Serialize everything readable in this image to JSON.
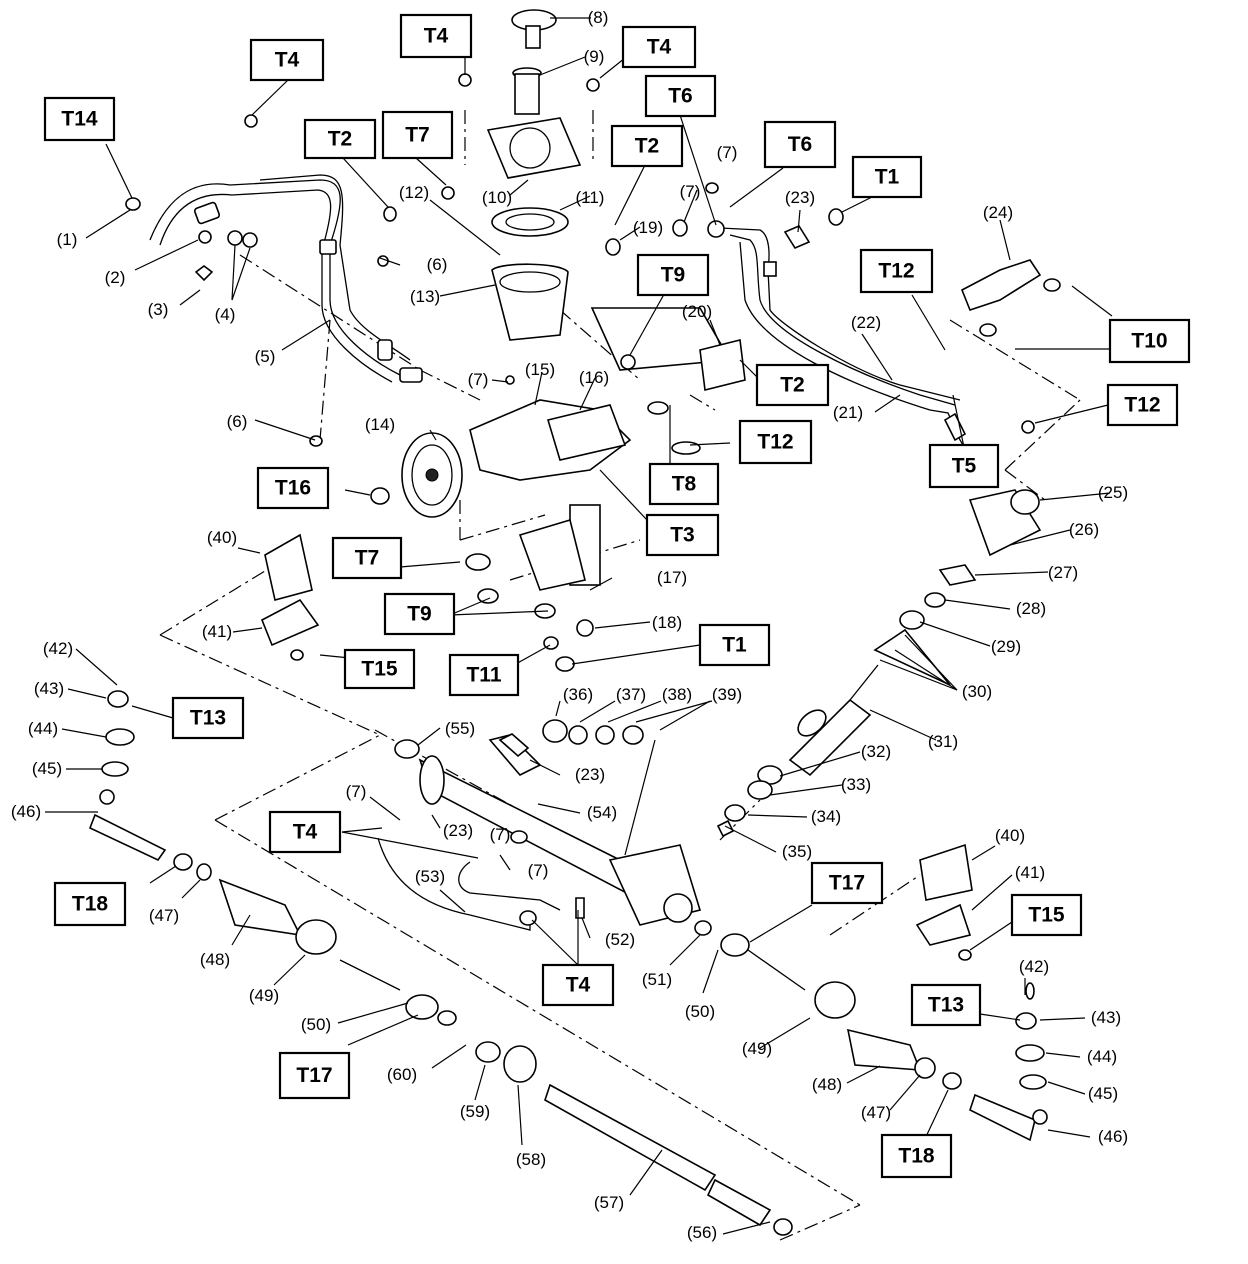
{
  "torque_labels": [
    "T14",
    "T4",
    "T2",
    "T7",
    "T4",
    "T4",
    "T6",
    "T2",
    "T6",
    "T1",
    "T12",
    "T10",
    "T9",
    "T2",
    "T12",
    "T12",
    "T5",
    "T8",
    "T3",
    "T16",
    "T7",
    "T9",
    "T15",
    "T11",
    "T1",
    "T13",
    "T4",
    "T17",
    "T15",
    "T18",
    "T4",
    "T17",
    "T13",
    "T18"
  ],
  "callouts": [
    "(1)",
    "(2)",
    "(3)",
    "(4)",
    "(5)",
    "(6)",
    "(6)",
    "(7)",
    "(8)",
    "(9)",
    "(10)",
    "(11)",
    "(12)",
    "(13)",
    "(7)",
    "(14)",
    "(15)",
    "(16)",
    "(19)",
    "(7)",
    "(7)",
    "(20)",
    "(23)",
    "(24)",
    "(22)",
    "(21)",
    "(25)",
    "(26)",
    "(27)",
    "(28)",
    "(29)",
    "(30)",
    "(17)",
    "(18)",
    "(40)",
    "(41)",
    "(42)",
    "(43)",
    "(44)",
    "(45)",
    "(46)",
    "(36)",
    "(37)",
    "(38)",
    "(39)",
    "(55)",
    "(23)",
    "(31)",
    "(32)",
    "(33)",
    "(34)",
    "(35)",
    "(54)",
    "(7)",
    "(23)",
    "(7)",
    "(53)",
    "(52)",
    "(47)",
    "(48)",
    "(49)",
    "(51)",
    "(50)",
    "(40)",
    "(41)",
    "(42)",
    "(43)",
    "(44)",
    "(45)",
    "(46)",
    "(50)",
    "(49)",
    "(48)",
    "(47)",
    "(60)",
    "(59)",
    "(58)",
    "(57)",
    "(56)"
  ]
}
